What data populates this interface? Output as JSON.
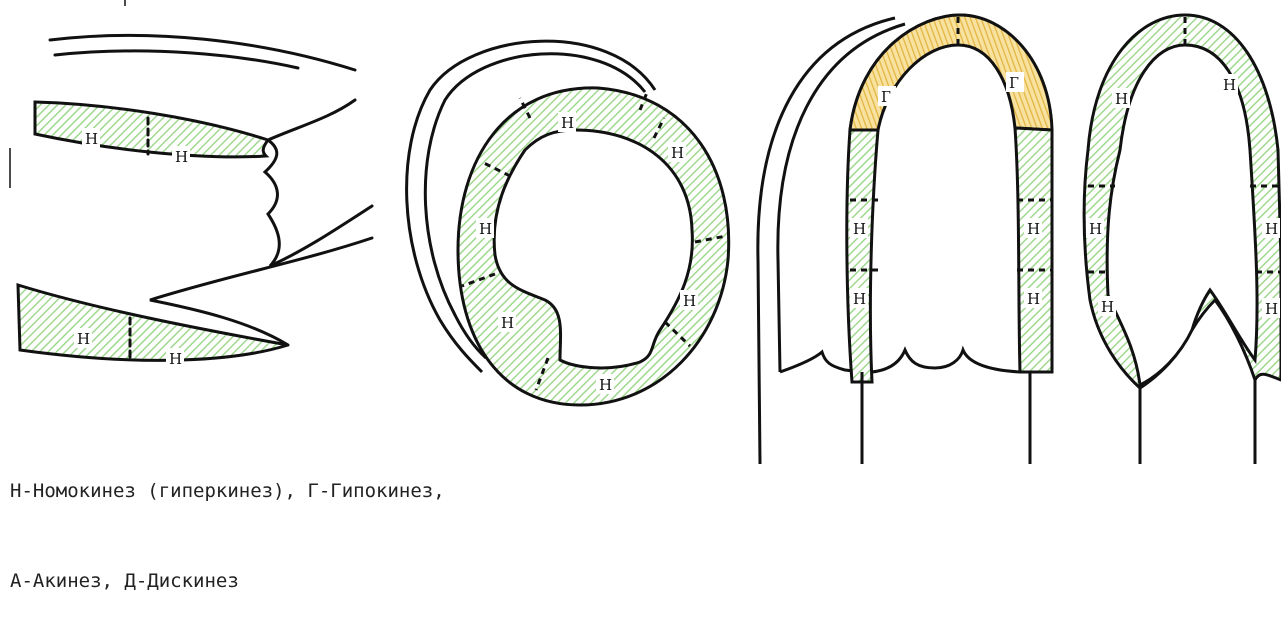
{
  "legend": {
    "line1": "Н-Номокинез (гиперкинез), Г-Гипокинез,",
    "line2": "А-Акинез, Д-Дискинез"
  },
  "colors": {
    "normokinesis": "#9fd98f",
    "hypokinesis": "#e8c25a",
    "outline": "#111111"
  },
  "segments": {
    "long_axis": [
      "Н",
      "Н",
      "Н",
      "Н"
    ],
    "short_axis": [
      "Н",
      "Н",
      "Н",
      "Н",
      "Н",
      "Н"
    ],
    "four_chamber": [
      "Г",
      "Г",
      "Н",
      "Н",
      "Н",
      "Н"
    ],
    "two_chamber": [
      "Н",
      "Н",
      "Н",
      "Н",
      "Н",
      "Н"
    ]
  }
}
